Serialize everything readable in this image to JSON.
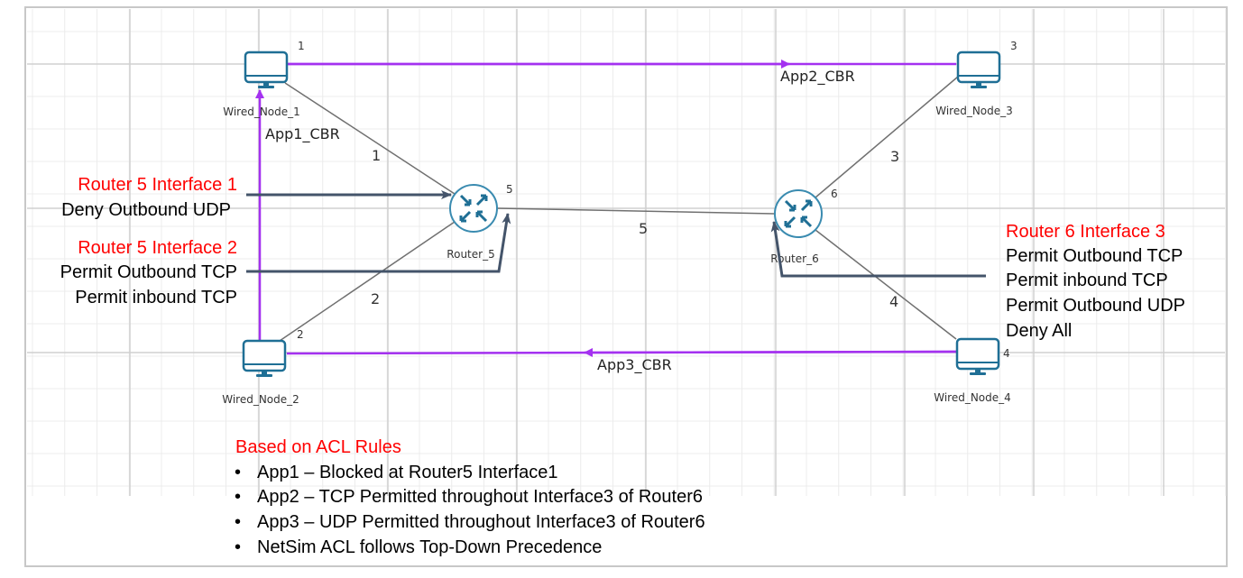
{
  "colors": {
    "app_flow": "#a431f0",
    "link": "#707070",
    "annotation_arrow": "#44546a",
    "device": "#1f6f95",
    "heading": "#ff0000"
  },
  "nodes": {
    "n1": {
      "label": "Wired_Node_1",
      "id": "1"
    },
    "n2": {
      "label": "Wired_Node_2",
      "id": "2"
    },
    "n3": {
      "label": "Wired_Node_3",
      "id": "3"
    },
    "n4": {
      "label": "Wired_Node_4",
      "id": "4"
    },
    "r5": {
      "label": "Router_5",
      "id": "5"
    },
    "r6": {
      "label": "Router_6",
      "id": "6"
    }
  },
  "links": [
    "1",
    "2",
    "3",
    "4",
    "5"
  ],
  "apps": [
    "App1_CBR",
    "App2_CBR",
    "App3_CBR"
  ],
  "r5i1": {
    "title": "Router 5 Interface 1",
    "rules": [
      "Deny Outbound UDP"
    ]
  },
  "r5i2": {
    "title": "Router 5 Interface 2",
    "rules": [
      "Permit Outbound TCP",
      "Permit inbound TCP"
    ]
  },
  "r6i3": {
    "title": "Router 6 Interface 3",
    "rules": [
      "Permit Outbound TCP",
      "Permit inbound TCP",
      "Permit Outbound UDP",
      "Deny All"
    ]
  },
  "summary": {
    "title": "Based on ACL Rules",
    "bullet": "•",
    "items": [
      "App1 – Blocked at Router5 Interface1",
      "App2 – TCP Permitted throughout Interface3 of Router6",
      "App3 – UDP Permitted throughout Interface3 of Router6",
      "NetSim ACL follows Top-Down Precedence"
    ]
  }
}
